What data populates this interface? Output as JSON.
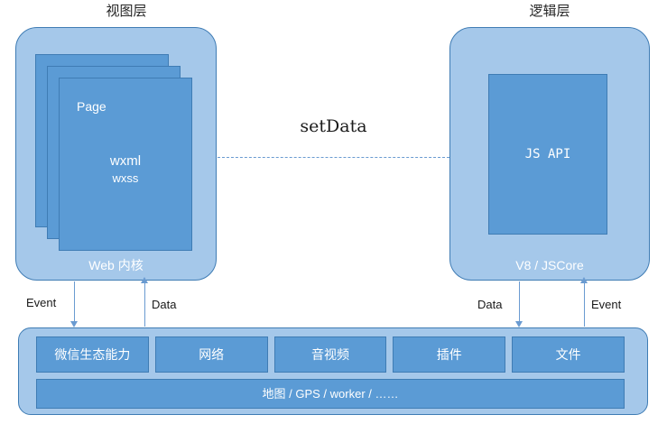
{
  "diagram": {
    "view_layer": {
      "title": "视图层",
      "caption": "Web 内核",
      "page_label": "Page",
      "wxml_label": "wxml",
      "wxss_label": "wxss",
      "card_count": 3
    },
    "logic_layer": {
      "title": "逻辑层",
      "caption": "V8 / JSCore",
      "api_label": "JS API"
    },
    "connector": {
      "label": "setData",
      "style": "dashed"
    },
    "arrows": [
      {
        "label": "Event",
        "direction": "down",
        "side": "left"
      },
      {
        "label": "Data",
        "direction": "up",
        "side": "left"
      },
      {
        "label": "Data",
        "direction": "down",
        "side": "right"
      },
      {
        "label": "Event",
        "direction": "up",
        "side": "right"
      }
    ],
    "platform": {
      "capabilities": [
        "微信生态能力",
        "网络",
        "音视频",
        "插件",
        "文件"
      ],
      "services": "地图 / GPS / worker / ……"
    },
    "colors": {
      "container_fill": "#A5C8EA",
      "card_fill": "#5B9BD5",
      "stroke": "#3F7CB4",
      "connector": "#6A9BD1",
      "text_light": "#FFFFFF",
      "text_dark": "#1A1A1A",
      "background": "#FFFFFF"
    }
  }
}
